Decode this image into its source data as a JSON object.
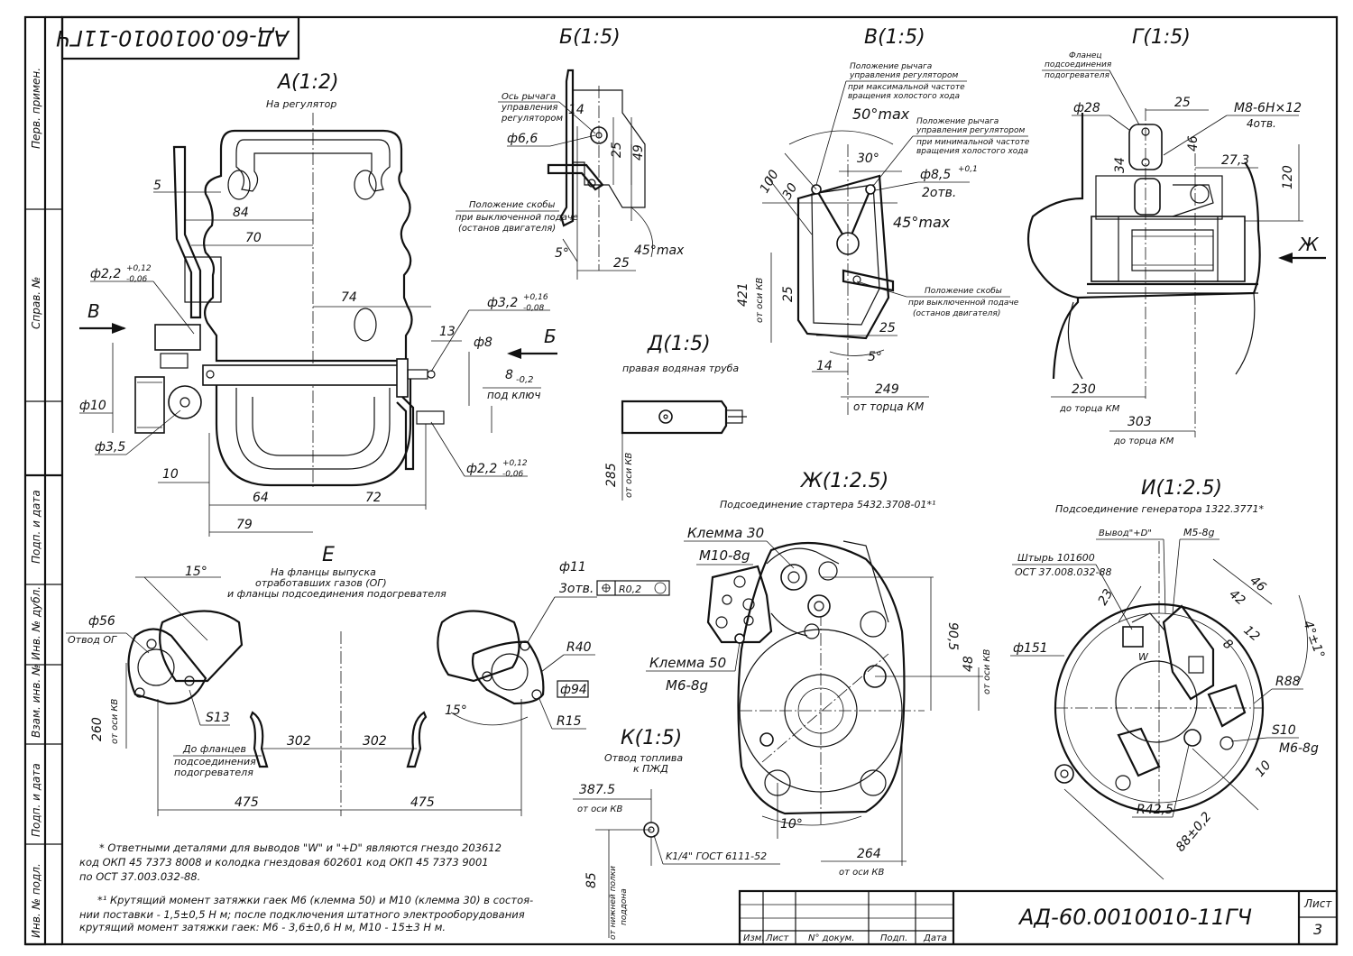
{
  "drawing": {
    "number": "АД-60.0010010-11ГЧ",
    "number_rotated": "АД-60.0010010-11ГЧ",
    "sheet_label": "Лист",
    "sheet_no": "3"
  },
  "side_labels": [
    "Перв. примен.",
    "Справ. №",
    "Подп. и дата",
    "Инв. № дубл.",
    "Взам. инв. №",
    "Подп. и дата",
    "Инв. № подл."
  ],
  "title_block": {
    "izm": "Изм.",
    "list": "Лист",
    "doc": "N° докум.",
    "podp": "Подп.",
    "date": "Дата"
  },
  "views": {
    "A": {
      "title": "А(1:2)",
      "subtitle": "На регулятор",
      "dims": [
        "5",
        "84",
        "70",
        "74",
        "13",
        "ф8",
        "64",
        "72",
        "79",
        "10"
      ],
      "d1": "ф2,2",
      "d1_tol_up": "+0,12",
      "d1_tol_dn": "-0,06",
      "d2": "ф3,2",
      "d2_tol_up": "+0,16",
      "d2_tol_dn": "-0,08",
      "d3": "ф2,2",
      "d3_tol_up": "+0,12",
      "d3_tol_dn": "-0,06",
      "key": "8",
      "key_tol": "-0,2",
      "key_note": "под ключ",
      "d10": "ф10",
      "d35": "ф3,5",
      "arrow_b": "В",
      "arrow_bb": "Б"
    },
    "B": {
      "title": "Б(1:5)",
      "axis_note": [
        "Ось рычага",
        "управления",
        "регулятором"
      ],
      "d66": "ф6,6",
      "dims": [
        "14",
        "25",
        "49",
        "25"
      ],
      "angle5": "5°",
      "angle45": "45°max",
      "bracket_note": [
        "Положение скобы",
        "при выключенной подаче",
        "(останов двигателя)"
      ]
    },
    "V": {
      "title": "В(1:5)",
      "note_max": [
        "Положение рычага",
        "управления регулятором",
        "при максимальной частоте",
        "вращения холостого хода"
      ],
      "angle50": "50°max",
      "angle30": "30°",
      "note_min": [
        "Положение рычага",
        "управления регулятором",
        "при минимальной частоте",
        "вращения холостого хода"
      ],
      "d85": "ф8,5",
      "d85_tol": "+0,1",
      "holes": "2отв.",
      "angle45": "45°max",
      "dims": [
        "100",
        "30",
        "421",
        "25",
        "14",
        "25",
        "249"
      ],
      "axis_kv": "от оси КВ",
      "angle5": "5°",
      "bracket_note": [
        "Положение скобы",
        "при выключенной подаче",
        "(останов двигателя)"
      ],
      "from_km": "от торца КМ"
    },
    "G": {
      "title": "Г(1:5)",
      "flange_note": [
        "Фланец",
        "подсоединения",
        "подогревателя"
      ],
      "d28": "ф28",
      "dims": [
        "25",
        "34",
        "46",
        "27,3",
        "120",
        "230",
        "303"
      ],
      "thread": "М8-6H×12",
      "holes": "4отв.",
      "from_km": "до торца КМ",
      "arrow": "Ж"
    },
    "D": {
      "title": "Д(1:5)",
      "subtitle": "правая водяная труба",
      "dim": "285",
      "axis_kv": "от оси КВ"
    },
    "E": {
      "title": "Е",
      "subtitle": [
        "На фланцы выпуска",
        "отработавших газов (ОГ)",
        "и фланцы подсоединения подогревателя"
      ],
      "angle15a": "15°",
      "d56": "ф56",
      "og": "Отвод ОГ",
      "d260": "260",
      "axis_kv": "от оси КВ",
      "s13": "S13",
      "to_flange": [
        "До фланцев",
        "подсоединения",
        "подогревателя"
      ],
      "dims": [
        "302",
        "302",
        "475",
        "475"
      ],
      "d11": "ф11",
      "holes": "3отв.",
      "pos_tol": "R0,2",
      "r40": "R40",
      "d94": "ф94",
      "r15": "R15",
      "angle15b": "15°"
    },
    "K": {
      "title": "К(1:5)",
      "subtitle": [
        "Отвод топлива",
        "к ПЖД"
      ],
      "d3875": "387.5",
      "axis_kv": "от оси КВ",
      "d85": "85",
      "pallet": [
        "от нижней полки",
        "поддона"
      ],
      "thread": "K1/4\" ГОСТ 6111-52"
    },
    "ZH": {
      "title": "Ж(1:2.5)",
      "subtitle": "Подсоединение стартера 5432.3708-01*¹",
      "k30": "Клемма 30",
      "m10": "М10-8g",
      "k50": "Клемма 50",
      "m6": "М6-8g",
      "d905": "90,5",
      "d48": "48",
      "axis_kv": "от оси КВ",
      "angle10": "10°",
      "d264": "264",
      "axis_kv2": "от оси КВ"
    },
    "I": {
      "title": "И(1:2.5)",
      "subtitle": "Подсоединение генератора 1322.3771*",
      "vyvod": "Вывод\"+D\"",
      "m5": "М5-8g",
      "pin": "Штырь 101600",
      "ost": "ОСТ 37.008.032-88",
      "d151": "ф151",
      "w": "W",
      "dims": [
        "23",
        "46",
        "42",
        "12",
        "8"
      ],
      "angle": "4°±1°",
      "r88": "R88",
      "s10": "S10",
      "m6": "М6-8g",
      "d10": "10",
      "r425": "R42,5",
      "d88": "88±0,2"
    }
  },
  "notes": [
    "* Ответными деталями для выводов \"W\" и \"+D\" являются   гнездо 203612",
    "код ОКП 45 7373 8008 и колодка гнездовая 602601 код ОКП 45 7373 9001",
    "по ОСТ 37.003.032-88.",
    "*¹  Крутящий момент затяжки гаек М6 (клемма 50) и М10 (клемма 30) в состоя-",
    "нии поставки - 1,5±0,5 Н м; после подключения штатного электрооборудования",
    "крутящий момент затяжки гаек: М6  - 3,6±0,6 Н м, М10  - 15±3 Н м."
  ]
}
